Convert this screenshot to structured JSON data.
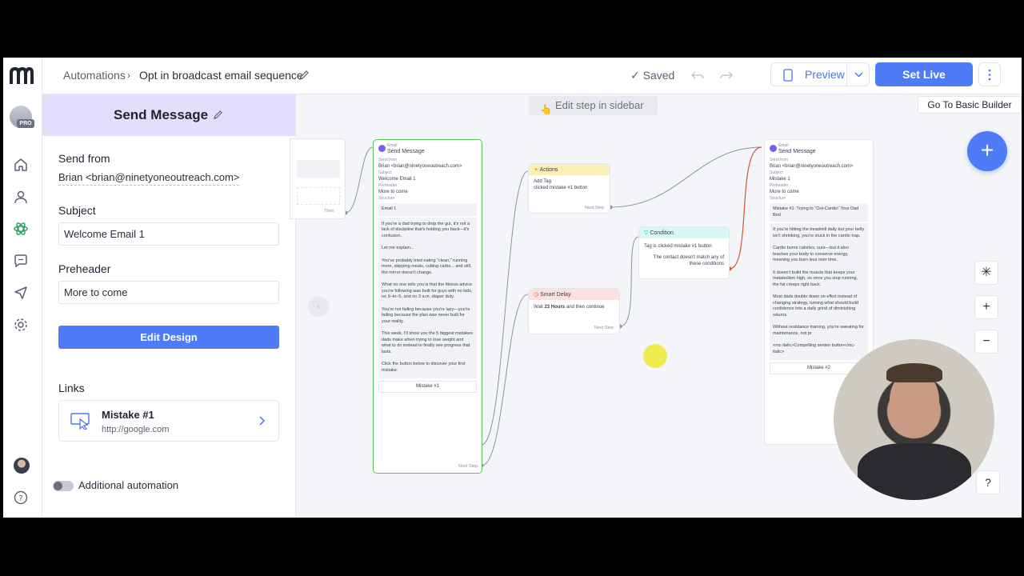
{
  "app": {
    "logo": "moosend-m-logo"
  },
  "breadcrumb": {
    "root": "Automations",
    "current": "Opt in broadcast email sequence"
  },
  "toolbar": {
    "saved": "✓ Saved",
    "preview": "Preview",
    "set_live": "Set Live"
  },
  "rail": {
    "pro_badge": "PRO"
  },
  "sidebar": {
    "title": "Send Message",
    "send_from_label": "Send from",
    "send_from_value": "Brian <brian@ninetyoneoutreach.com>",
    "subject_label": "Subject",
    "subject_value": "Welcome Email 1",
    "preheader_label": "Preheader",
    "preheader_value": "More to come",
    "edit_design": "Edit Design",
    "links_label": "Links",
    "link": {
      "title": "Mistake #1",
      "url": "http://google.com"
    },
    "toggle_label": "Additional automation"
  },
  "canvas": {
    "hint": "Edit step in sidebar",
    "basic_builder": "Go To Basic Builder",
    "first_node": {
      "then": "Then"
    },
    "email1": {
      "kind": "Email",
      "title": "Send Message",
      "send_from_label": "Send from",
      "send_from": "Brian <brian@ninetyoneoutreach.com>",
      "subject_label": "Subject",
      "subject": "Welcome Email 1",
      "preheader_label": "Preheader",
      "preheader": "More to come",
      "structure_label": "Structure",
      "s_title": "Email 1",
      "s1": "If you're a dad trying to drop the gut, it's not a lack of discipline that's holding you back—it's confusion.",
      "s2": "Let me explain...",
      "s3": "You've probably tried eating \"clean,\" running more, skipping meals, cutting carbs... and still, the mirror doesn't change.",
      "s4": "What no one tells you is that the fitness advice you're following was built for guys with no kids, no 9–to–5, and no 3 a.m. diaper duty.",
      "s5": "You're not failing because you're lazy—you're failing because the plan was never built for your reality.",
      "s6": "This week, I'll show you the 5 biggest mistakes dads make when trying to lose weight and what to do instead to finally see progress that lasts.",
      "s7": "Click the button below to discover your first mistake:",
      "button": "Mistake #1",
      "next": "Next Step"
    },
    "actions": {
      "title": "Actions",
      "line1": "Add Tag",
      "line2": "clicked mistake #1 button",
      "next": "Next Step"
    },
    "delay": {
      "title": "Smart Delay",
      "pre": "Wait",
      "bold": "23 Hours",
      "post": "and then continue",
      "next": "Next Step"
    },
    "condition": {
      "title": "Condition",
      "line1": "Tag is clicked mistake #1 button",
      "line2": "The contact doesn't match any of these conditions"
    },
    "email2": {
      "kind": "Email",
      "title": "Send Message",
      "send_from_label": "Send from",
      "send_from": "Brian <brian@ninetyoneoutreach.com>",
      "subject_label": "Subject",
      "subject": "Mistake 1",
      "preheader_label": "Preheader",
      "preheader": "More to come",
      "structure_label": "Structure",
      "s_title": "Mistake #1: Trying to \"Out-Cardio\" Your Dad Bod",
      "s1": "If you're hitting the treadmill daily but your belly isn't shrinking, you're stuck in the cardio trap.",
      "s2": "Cardio burns calories, sure—but it also teaches your body to conserve energy, meaning you burn less over time.",
      "s3": "It doesn't build the muscle that keeps your metabolism high, so once you stop running, the fat creeps right back.",
      "s4": "Most dads double down on effort instead of changing strategy, turning what should build confidence into a daily grind of diminishing returns.",
      "s5": "Without resistance training, you're sweating for maintenance, not pr",
      "s6": "<mc-italic>Compelling senten button</mc-italic>",
      "button": "Mistake #2"
    }
  },
  "colors": {
    "accent": "#4f7cf6",
    "email_border": "#59c25a",
    "actions_header": "#fbefb5",
    "delay_header": "#fde1df",
    "condition_header": "#d9f7f4",
    "panel_header": "#e3defb"
  }
}
